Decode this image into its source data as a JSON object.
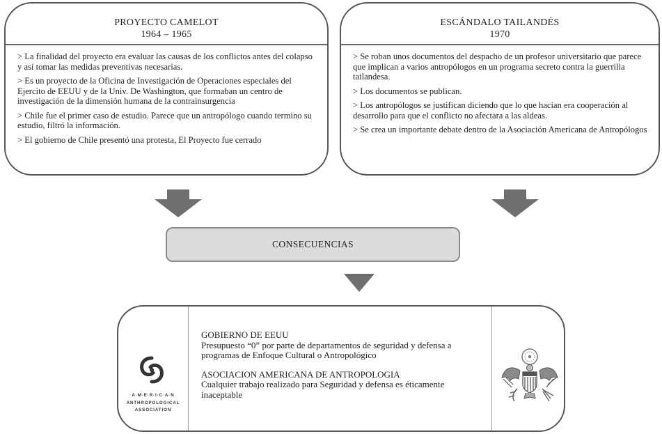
{
  "left_box": {
    "title": "PROYECTO CAMELOT",
    "subtitle": "1964 – 1965",
    "items": [
      "> La finalidad del proyecto era evaluar las causas de los conflictos antes del colapso y así tomar las medidas preventivas necesarias.",
      "> Es un proyecto de la Oficina de Investigación de Operaciones especiales del Ejercito de EEUU y de la Univ. De Washington, que formaban un centro de investigación de la dimensión humana de la contrainsurgencia",
      "> Chile fue el primer caso de estudio. Parece que un antropólogo cuando termino su estudio, filtró la información.",
      "> El gobierno de Chile presentó una protesta, El Proyecto fue cerrado"
    ]
  },
  "right_box": {
    "title": "ESCÁNDALO TAILANDÉS",
    "subtitle": "1970",
    "items": [
      "> Se roban unos documentos del despacho de un profesor universitario que parece que implican a varios antropólogos en un programa secreto contra la guerrilla tailandesa.",
      "> Los documentos se publican.",
      "> Los antropólogos se justifican diciendo que lo que hacían era cooperación al desarrollo para que el conflicto no afectara a las aldeas.",
      "> Se crea un importante debate dentro de la Asociación Americana de Antropólogos"
    ]
  },
  "center_box": {
    "label": "CONSECUENCIAS"
  },
  "bottom_box": {
    "logo_text": [
      "A·M·E·R·I·C·A·N",
      "ANTHROPOLOGICAL",
      "ASSOCIATION"
    ],
    "block1_title": "GOBIERNO DE EEUU",
    "block1_text": "Presupuesto “0” por parte de departamentos de seguridad y defensa a programas de Enfoque Cultural o Antropológico",
    "block2_title": "ASOCIACION AMERICANA DE ANTROPOLOGIA",
    "block2_text": "Cualquier trabajo realizado para Seguridad y defensa es éticamente inaceptable"
  },
  "colors": {
    "arrow": "#6f6f6f",
    "center_fill": "#dcdcdc",
    "border": "#555555"
  },
  "icons": {
    "aaa_logo": "american-anthropological-association-logo",
    "us_seal": "great-seal-of-the-united-states"
  }
}
